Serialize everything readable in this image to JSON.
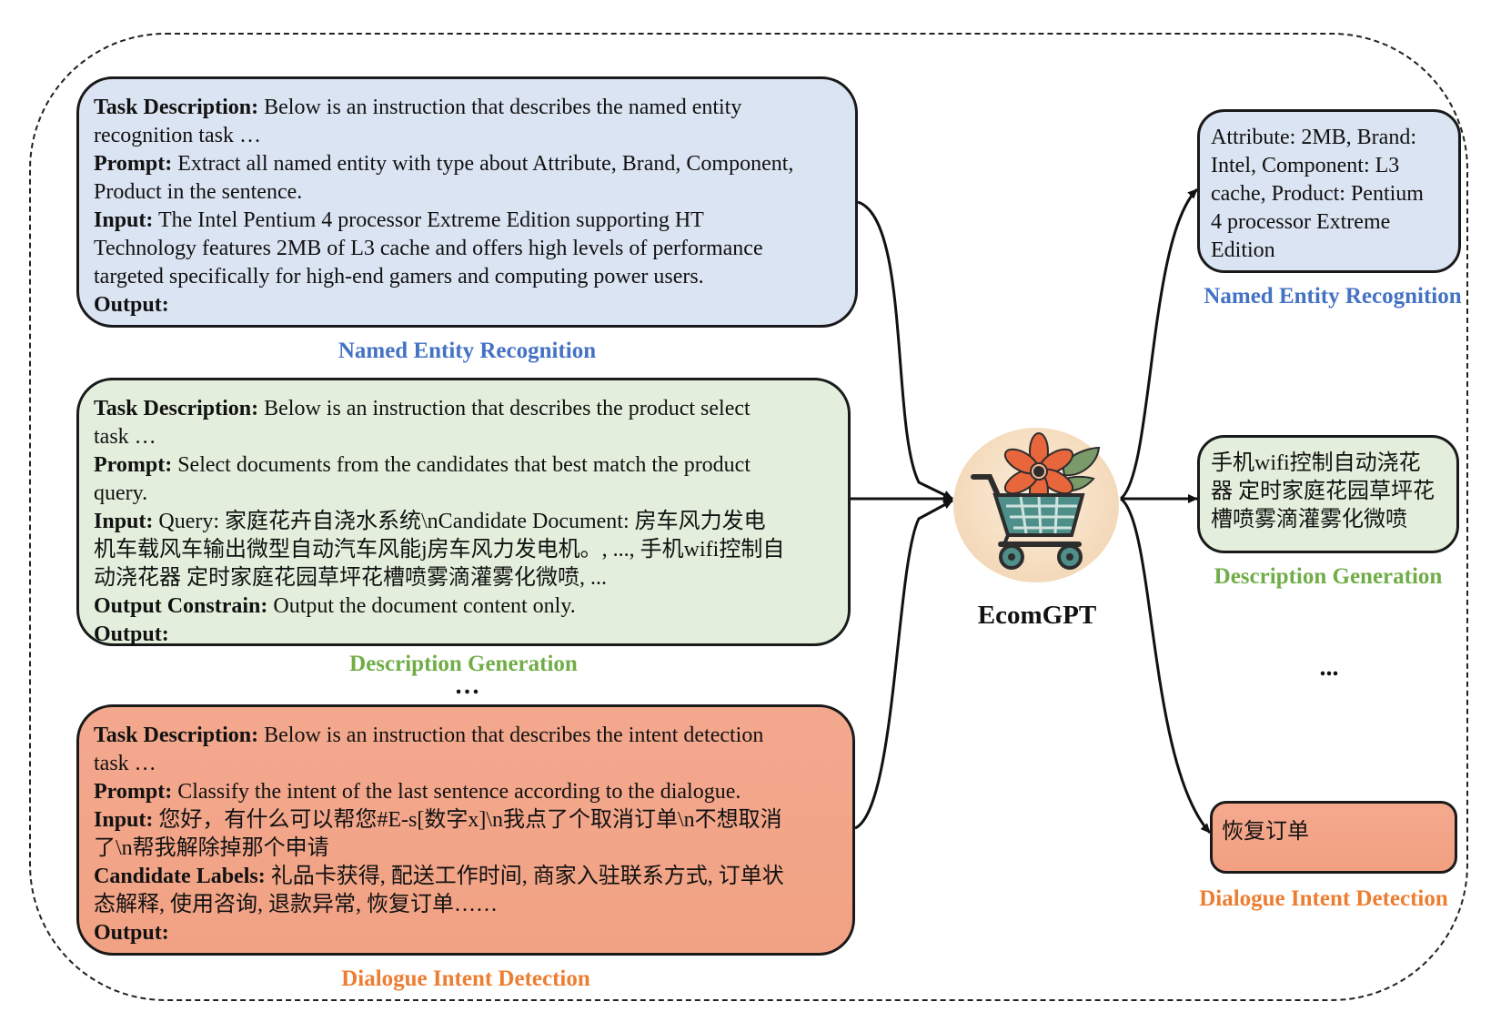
{
  "brand": "EcomGPT",
  "ellipsis": "…",
  "output_ellipsis": "...",
  "colors": {
    "blue": "#4472c4",
    "green": "#70ad47",
    "orange": "#ed7d31"
  },
  "tasks": [
    {
      "caption": "Named Entity Recognition",
      "task_label": "Task Description:",
      "task_text": " Below is an instruction that describes the named entity",
      "task_text2": "recognition task …",
      "prompt_label": "Prompt:",
      "prompt_text": " Extract all named entity with type about Attribute, Brand, Component,",
      "prompt_text2": "Product in the sentence.",
      "input_label": "Input:",
      "input_text": " The Intel Pentium 4 processor Extreme Edition supporting HT",
      "input_text2": "Technology features 2MB of L3 cache and offers high levels of performance",
      "input_text3": "targeted specifically for high-end gamers and computing power users.",
      "output_label": "Output:"
    },
    {
      "caption": "Description Generation",
      "task_label": "Task Description:",
      "task_text": " Below is an instruction that describes the product select",
      "task_text2": "task …",
      "prompt_label": "Prompt:",
      "prompt_text": " Select documents from the candidates that best match the product",
      "prompt_text2": "query.",
      "input_label": "Input:",
      "input_text": " Query: 家庭花卉自浇水系统\\nCandidate Document: 房车风力发电",
      "input_text2": "机车载风车输出微型自动汽车风能j房车风力发电机。, ..., 手机wifi控制自",
      "input_text3": "动浇花器 定时家庭花园草坪花槽喷雾滴灌雾化微喷, ...",
      "constrain_label": "Output Constrain:",
      "constrain_text": " Output the document content only.",
      "output_label": "Output:"
    },
    {
      "caption": "Dialogue Intent Detection",
      "task_label": "Task Description:",
      "task_text": " Below is an instruction that describes the intent detection",
      "task_text2": "task …",
      "prompt_label": "Prompt:",
      "prompt_text": " Classify the intent of the last sentence according to the dialogue.",
      "input_label": "Input:",
      "input_text": " 您好，有什么可以帮您#E-s[数字x]\\n我点了个取消订单\\n不想取消",
      "input_text2": "了\\n帮我解除掉那个申请",
      "labels_label": "Candidate Labels:",
      "labels_text": " 礼品卡获得, 配送工作时间, 商家入驻联系方式, 订单状",
      "labels_text2": "态解释, 使用咨询, 退款异常, 恢复订单……",
      "output_label": "Output:"
    }
  ],
  "outputs": [
    {
      "caption": "Named Entity Recognition",
      "lines": [
        "Attribute: 2MB, Brand:",
        "Intel, Component: L3",
        "cache, Product: Pentium",
        "4 processor Extreme",
        "Edition"
      ]
    },
    {
      "caption": "Description Generation",
      "lines": [
        "手机wifi控制自动浇花",
        "器 定时家庭花园草坪花",
        "槽喷雾滴灌雾化微喷"
      ]
    },
    {
      "caption": "Dialogue Intent Detection",
      "lines": [
        "恢复订单"
      ]
    }
  ]
}
